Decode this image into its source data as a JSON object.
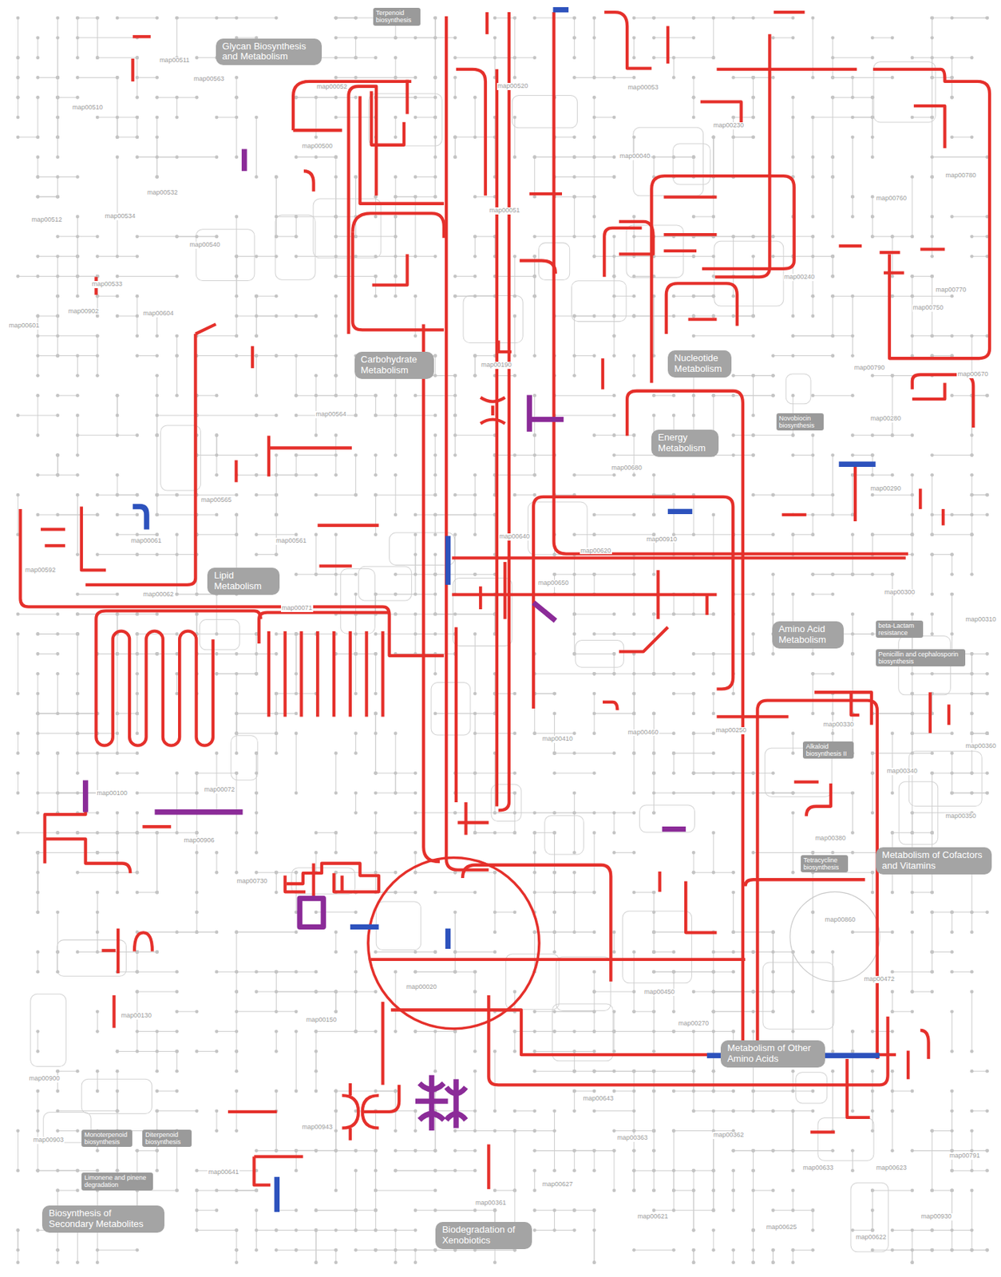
{
  "diagram": {
    "nodes": [
      {
        "text": [
          "Terpenoid biosynthesis"
        ]
      },
      {
        "text": [
          "Glycan Biosynthesis and Metabolism"
        ]
      },
      {
        "text": [
          "Carbohydrate Metabolism"
        ]
      },
      {
        "text": [
          "Nucleotide Metabolism"
        ]
      },
      {
        "text": [
          "Novobiocin biosynthesis"
        ]
      },
      {
        "text": [
          "Energy Metabolism"
        ]
      },
      {
        "text": [
          "Lipid Metabolism"
        ]
      },
      {
        "text": [
          "Amino Acid Metabolism"
        ]
      },
      {
        "text": [
          "beta-Lactam resistance"
        ]
      },
      {
        "text": [
          "Penicillin and cephalosporin biosynthesis"
        ]
      },
      {
        "text": [
          "Alkaloid biosynthesis II"
        ]
      },
      {
        "text": [
          "Metabolism of Cofactors and Vitamins"
        ]
      },
      {
        "text": [
          "Tetracycline biosynthesis"
        ]
      },
      {
        "text": [
          "Metabolism of Other Amino Acids"
        ]
      },
      {
        "text": [
          "Monoterpenoid biosynthesis"
        ]
      },
      {
        "text": [
          "Diterpenoid biosynthesis"
        ]
      },
      {
        "text": [
          "Limonene and pinene degradation"
        ]
      },
      {
        "text": [
          "Biosynthesis of Secondary Metabolites"
        ]
      },
      {
        "text": [
          "Biodegradation of Xenobiotics"
        ]
      }
    ],
    "labels": [
      "map00510",
      "map00511",
      "map00563",
      "map00052",
      "map00520",
      "map00053",
      "map00500",
      "map00040",
      "map00230",
      "map00780",
      "map00760",
      "map00532",
      "map00534",
      "map00512",
      "map00051",
      "map00540",
      "map00533",
      "map00240",
      "map00770",
      "map00750",
      "map00902",
      "map00604",
      "map00601",
      "map00190",
      "map00790",
      "map00670",
      "map00564",
      "map00280",
      "map00680",
      "map00290",
      "map00565",
      "map00640",
      "map00910",
      "map00061",
      "map00561",
      "map00620",
      "map00592",
      "map00650",
      "map00300",
      "map00062",
      "map00071",
      "map00310",
      "map00250",
      "map00460",
      "map00410",
      "map00330",
      "map00360",
      "map00340",
      "map00072",
      "map00100",
      "map00350",
      "map00380",
      "map00906",
      "map00730",
      "map00860",
      "map00472",
      "map00020",
      "map00450",
      "map00130",
      "map00150",
      "map00270",
      "map00900",
      "map00643",
      "map00943",
      "map00362",
      "map00363",
      "map00903",
      "map00633",
      "map00623",
      "map00791",
      "map00641",
      "map00627",
      "map00361",
      "map00621",
      "map00930",
      "map00625",
      "map00622"
    ]
  }
}
